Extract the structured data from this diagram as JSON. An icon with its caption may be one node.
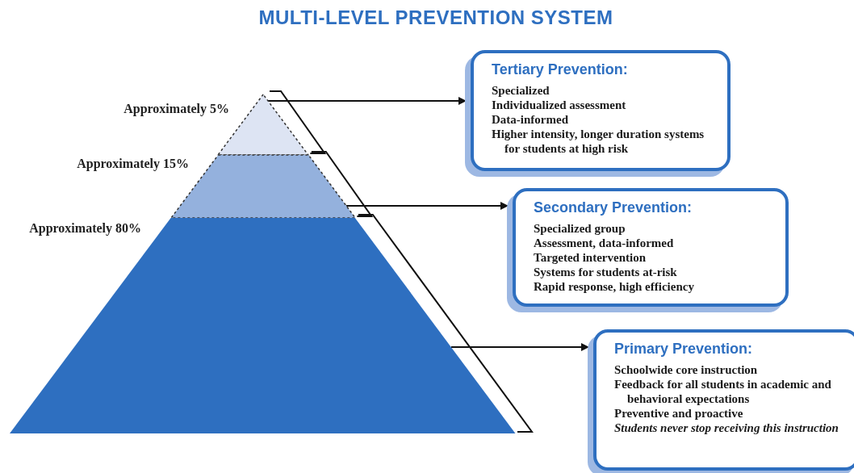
{
  "diagram": {
    "title": "MULTI-LEVEL PREVENTION SYSTEM",
    "nodes": [
      {
        "text": [],
        "shape": "triangle",
        "beside": [
          "Approximately 5%"
        ]
      },
      {
        "text": [],
        "shape": "band",
        "beside": [
          "Approximately 15%"
        ]
      },
      {
        "text": [],
        "shape": "band",
        "beside": [
          "Approximately 80%"
        ]
      },
      {
        "text": [
          "Tertiary Prevention:",
          "Specialized",
          "Individualized assessment",
          "Data-informed",
          "Higher intensity, longer duration systems for students at high risk"
        ]
      },
      {
        "text": [
          "Secondary Prevention:",
          "Specialized group",
          "Assessment, data-informed",
          "Targeted intervention",
          "Systems for students at-risk",
          "Rapid response, high efficiency"
        ]
      },
      {
        "text": [
          "Primary Prevention:",
          "Schoolwide core instruction",
          "Feedback for all students in academic and behavioral expectations",
          "Preventive and proactive",
          "*Students never stop receiving this instruction*"
        ]
      }
    ],
    "edges": [
      {
        "from": 0,
        "to": 3,
        "arrow": "to"
      },
      {
        "from": 1,
        "to": 4,
        "arrow": "to"
      },
      {
        "from": 2,
        "to": 5,
        "arrow": "to"
      }
    ]
  }
}
